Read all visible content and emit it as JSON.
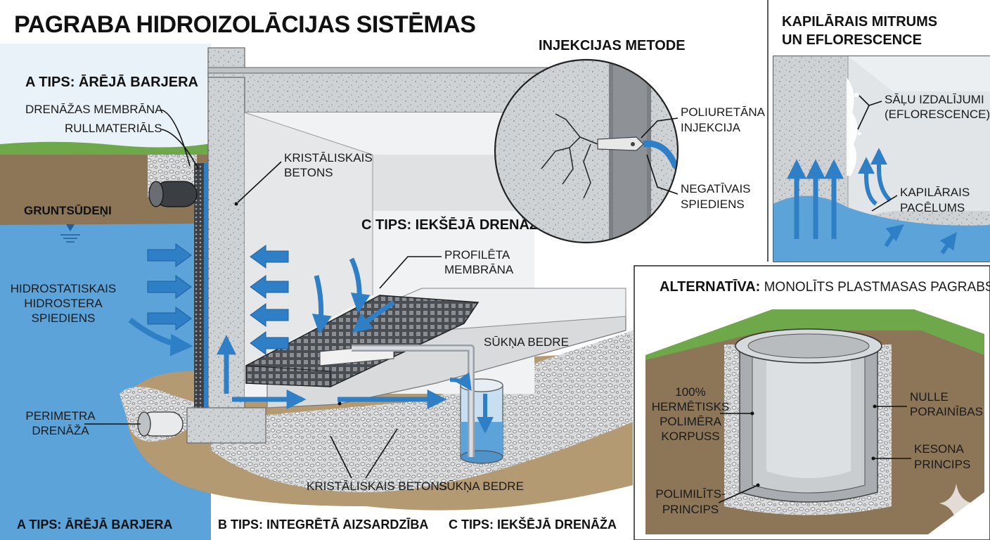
{
  "title": "PAGRABA HIDROIZOLĀCIJAS SISTĒMAS",
  "main": {
    "type_a_heading": "A TIPS: ĀRĒJĀ BARJERA",
    "drainage_membrane": "DRENĀŽAS MEMBRĀNA",
    "roll_material": "RULLMATERIĀLS",
    "groundwater": "GRUNTSŪDEŅI",
    "hydrostatic": [
      "HIDROSTATISKAIS",
      "HIDROSTERA",
      "SPIEDIENS"
    ],
    "perimeter_drain": [
      "PERIMETRA",
      "DRENĀŽA"
    ],
    "crystalline_top": [
      "KRISTĀLISKAIS",
      "BETONS"
    ],
    "type_c_heading": "C TIPS: IEKŠĒJĀ DRENĀŽA",
    "profiled_membrane": [
      "PROFILĒTA",
      "MEMBRĀNA"
    ],
    "sump_top": "SŪKŅA BEDRE",
    "crystalline_bottom": "KRISTĀLISKAIS BETONS",
    "sump_bottom": "SŪKŅA BEDRE"
  },
  "injection": {
    "heading": "INJEKCIJAS METODE",
    "polyurethane": [
      "POLIURETĀNA",
      "INJEKCIJA"
    ],
    "negative_pressure": [
      "NEGATĪVAIS",
      "SPIEDIENS"
    ]
  },
  "capillary": {
    "heading": [
      "KAPILĀRAIS MITRUMS",
      "UN EFLORESCENCE"
    ],
    "salt": [
      "SĀĻU IZDALĪJUMI",
      "(EFLORESCENCE)"
    ],
    "rise": [
      "KAPILĀRAIS",
      "PACĒLUMS"
    ]
  },
  "alternative": {
    "heading_bold": "ALTERNATĪVA:",
    "heading_rest": " MONOLĪTS PLASTMASAS PAGRABS",
    "sealed": [
      "100%",
      "HERMĒTISKS",
      "POLIMĒRA",
      "KORPUSS"
    ],
    "zero_porosity": [
      "NULLE",
      "PORAINĪBAS"
    ],
    "caisson": [
      "KESONA",
      "PRINCIPS"
    ],
    "polymonolith": [
      "POLIMILĪTS-",
      "PRINCIPS"
    ]
  },
  "footer": {
    "a": "A TIPS: ĀRĒJĀ BARJERA",
    "b": "B TIPS: INTEGRĒTĀ AIZSARDZĪBA",
    "c": "C TIPS: IEKŠĒJĀ DRENĀŽA"
  },
  "colors": {
    "water": "#5ba3d8",
    "concrete": "#cfd3d6",
    "soil": "#8c7657",
    "grass": "#6fa84a",
    "arrow": "#2f7fc6"
  }
}
